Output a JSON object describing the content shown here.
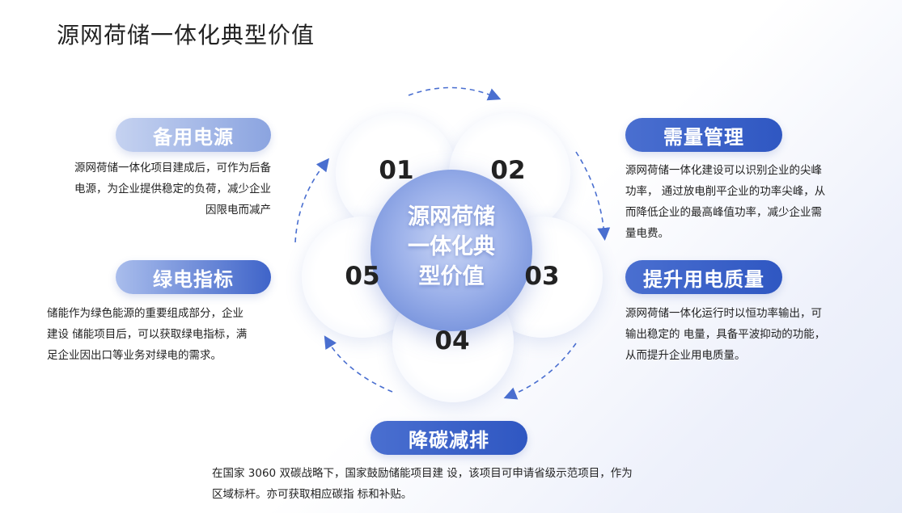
{
  "title": "源网荷储一体化典型价值",
  "center": {
    "line1": "源网荷储",
    "line2": "一体化典",
    "line3": "型价值"
  },
  "petals": [
    {
      "num": "01"
    },
    {
      "num": "02"
    },
    {
      "num": "03"
    },
    {
      "num": "04"
    },
    {
      "num": "05"
    }
  ],
  "items": {
    "backup": {
      "label": "备用电源",
      "desc1": "源网荷储一体化项目建成后，可作为后备",
      "desc2": "电源，为企业提供稳定的负荷，减少企业",
      "desc3": "因限电而减产"
    },
    "demand": {
      "label": "需量管理",
      "desc1": "源网荷储一体化建设可以识别企业的尖峰",
      "desc2": "功率， 通过放电削平企业的功率尖峰，从",
      "desc3": "而降低企业的最高峰值功率，减少企业需",
      "desc4": "量电费。"
    },
    "quality": {
      "label": "提升用电质量",
      "desc1": "源网荷储一体化运行时以恒功率输出，可",
      "desc2": "输出稳定的 电量，具备平波抑动的功能，",
      "desc3": "从而提升企业用电质量。"
    },
    "green": {
      "label": "绿电指标",
      "desc1": "储能作为绿色能源的重要组成部分，企业",
      "desc2": "建设 储能项目后，可以获取绿电指标，满",
      "desc3": "足企业因出口等业务对绿电的需求。"
    },
    "carbon": {
      "label": "降碳减排",
      "desc1": "在国家 3060 双碳战略下，国家鼓励储能项目建 设，该项目可申请省级示范项目，作为",
      "desc2": "区域标杆。亦可获取相应碳指 标和补贴。"
    }
  },
  "colors": {
    "accent": "#2f57c2",
    "arrow": "#4a6fd0",
    "text": "#222222"
  }
}
